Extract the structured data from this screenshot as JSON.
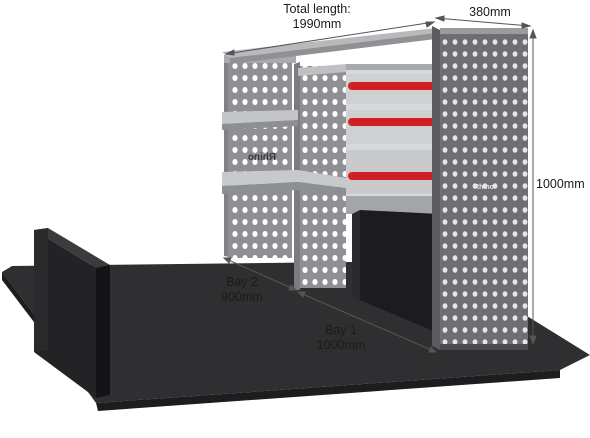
{
  "dimensions": {
    "total_length_label": "Total length:",
    "total_length_value": "1990mm",
    "depth_value": "380mm",
    "height_value": "1000mm"
  },
  "bays": [
    {
      "name": "Bay 2",
      "length": "900mm"
    },
    {
      "name": "Bay 1",
      "length": "1000mm"
    }
  ],
  "brand_mark": "Rhino",
  "colors": {
    "frame_grey": "#9ea0a3",
    "panel_grey": "#8a8c8f",
    "shelf_light": "#c9cacc",
    "floor": "#2f2f31",
    "drawer_red": "#d11f26",
    "dim_line": "#555555"
  }
}
